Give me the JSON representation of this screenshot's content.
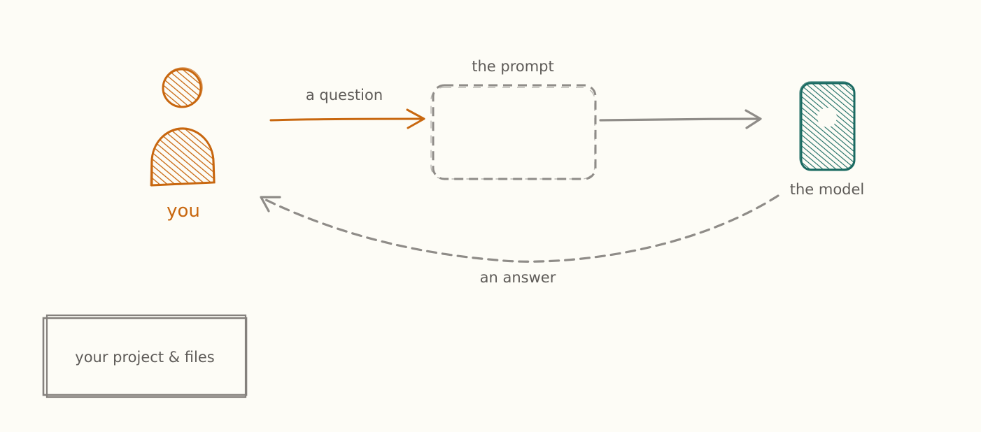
{
  "nodes": {
    "you": {
      "label": "you",
      "color": "#c8670f"
    },
    "prompt": {
      "label": "the prompt",
      "color": "#8f8c88"
    },
    "model": {
      "label": "the model",
      "color": "#1b6b62"
    },
    "project": {
      "label": "your project & files",
      "color": "#85817d"
    }
  },
  "edges": {
    "question": {
      "label": "a question",
      "color": "#c8670f"
    },
    "to_model": {
      "color": "#8f8c88"
    },
    "answer": {
      "label": "an answer",
      "color": "#8f8c88"
    }
  },
  "colors": {
    "background": "#fdfcf6",
    "text": "#5e5b58"
  }
}
